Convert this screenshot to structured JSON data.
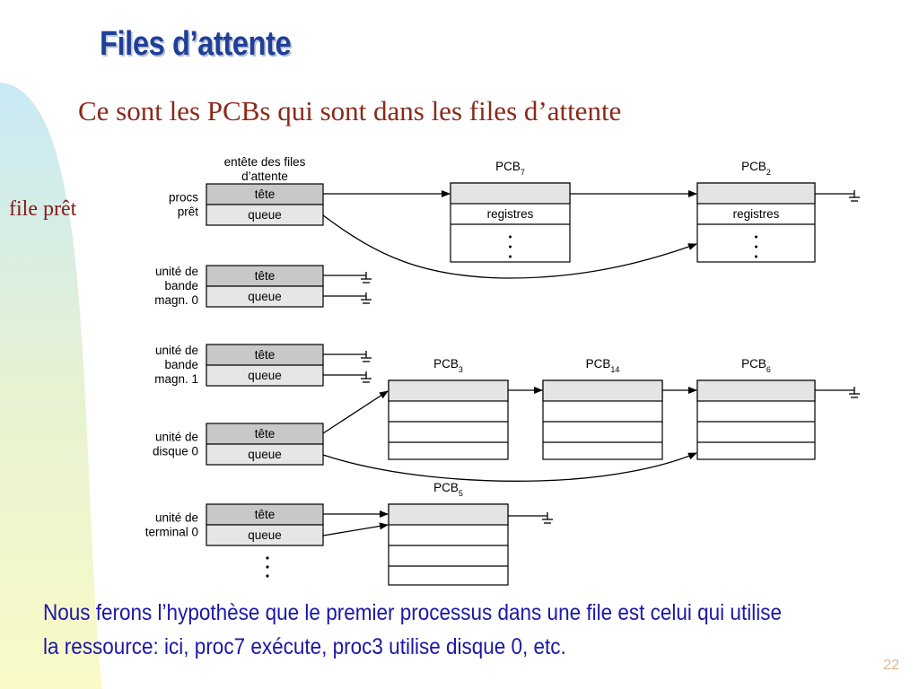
{
  "slide": {
    "title": "Files d’attente",
    "subtitle": "Ce sont les PCBs qui sont dans les files d’attente",
    "side_label": "file prêt",
    "note": "Nous ferons l’hypothèse que le premier processus dans une file est celui qui utilise la ressource: ici, proc7 exécute, proc3 utilise disque 0, etc.",
    "page_number": "22"
  },
  "diagram": {
    "header_title_line1": "entête des files",
    "header_title_line2": "d’attente",
    "queues": [
      {
        "label_lines": [
          "procs",
          "prêt"
        ],
        "head": "tête",
        "tail": "queue"
      },
      {
        "label_lines": [
          "unité de",
          "bande",
          "magn. 0"
        ],
        "head": "tête",
        "tail": "queue"
      },
      {
        "label_lines": [
          "unité de",
          "bande",
          "magn. 1"
        ],
        "head": "tête",
        "tail": "queue"
      },
      {
        "label_lines": [
          "unité de",
          "disque 0"
        ],
        "head": "tête",
        "tail": "queue"
      },
      {
        "label_lines": [
          "unité de",
          "terminal 0"
        ],
        "head": "tête",
        "tail": "queue"
      }
    ],
    "pcbs": [
      {
        "name": "PCB",
        "sub": "7",
        "field": "registres"
      },
      {
        "name": "PCB",
        "sub": "2",
        "field": "registres"
      },
      {
        "name": "PCB",
        "sub": "3",
        "field": ""
      },
      {
        "name": "PCB",
        "sub": "14",
        "field": ""
      },
      {
        "name": "PCB",
        "sub": "6",
        "field": ""
      },
      {
        "name": "PCB",
        "sub": "5",
        "field": ""
      }
    ],
    "colors": {
      "header_fill": "#c8c8c8",
      "pcb_link_fill": "#e4e4e4",
      "line": "#000000"
    }
  }
}
